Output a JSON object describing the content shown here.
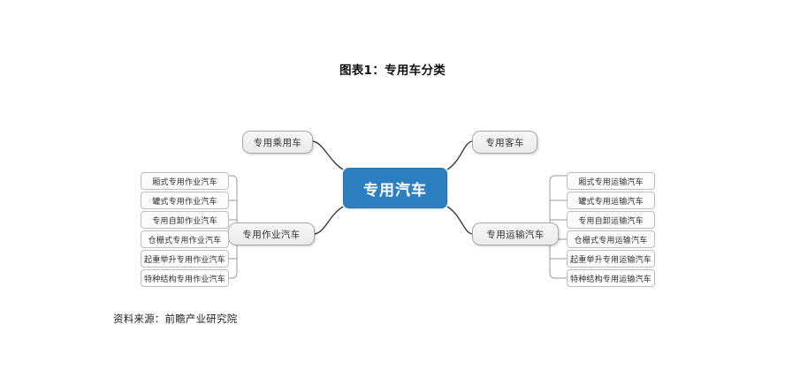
{
  "title": "图表1：专用车分类",
  "source": "资料来源：前瞻产业研究院",
  "colors": {
    "root_fill": "#2E7FC0",
    "root_text": "#FFFFFF",
    "branch_fill": "#EFEFEF",
    "branch_border": "#A9A9A9",
    "leaf_fill": "#FCFCFC",
    "leaf_border": "#BDBDBD",
    "connector": "#3A3A3A",
    "background": "#FFFFFF"
  },
  "diagram": {
    "type": "mind-map",
    "root": {
      "label": "专用汽车"
    },
    "branches": [
      {
        "id": "passenger-car",
        "label": "专用乘用车",
        "side": "left",
        "position": "top",
        "children": []
      },
      {
        "id": "bus",
        "label": "专用客车",
        "side": "right",
        "position": "top",
        "children": []
      },
      {
        "id": "work-vehicle",
        "label": "专用作业汽车",
        "side": "left",
        "position": "bottom",
        "children": [
          {
            "label": "厢式专用作业汽车"
          },
          {
            "label": "罐式专用作业汽车"
          },
          {
            "label": "专用自卸作业汽车"
          },
          {
            "label": "仓栅式专用作业汽车"
          },
          {
            "label": "起重举升专用作业汽车"
          },
          {
            "label": "特种结构专用作业汽车"
          }
        ]
      },
      {
        "id": "transport-vehicle",
        "label": "专用运输汽车",
        "side": "right",
        "position": "bottom",
        "children": [
          {
            "label": "厢式专用运输汽车"
          },
          {
            "label": "罐式专用运输汽车"
          },
          {
            "label": "专用自卸运输汽车"
          },
          {
            "label": "仓栅式专用运输汽车"
          },
          {
            "label": "起重举升专用运输汽车"
          },
          {
            "label": "特种结构专用运输汽车"
          }
        ]
      }
    ]
  }
}
